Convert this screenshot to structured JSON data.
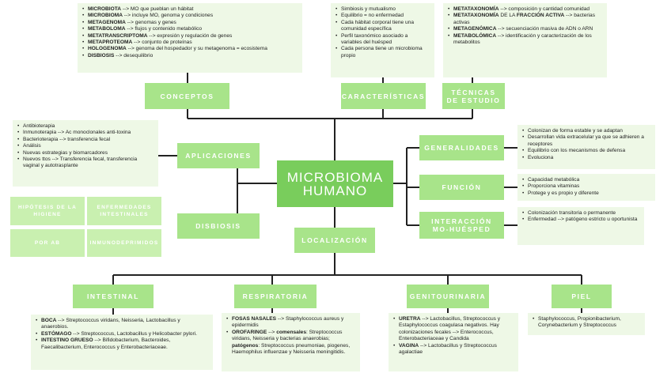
{
  "center": {
    "line1": "MICROBIOMA",
    "line2": "HUMANO"
  },
  "conceptos": {
    "label": "CONCEPTOS",
    "items": [
      {
        "term": "MICROBIOTA",
        "text": " --> MO que pueblan un hábitat"
      },
      {
        "term": "MICROBIOMA",
        "text": " --> incluye MO, genoma y condiciones"
      },
      {
        "term": "METAGENOMA",
        "text": " --> genomas y genes"
      },
      {
        "term": "METABOLOMA",
        "text": " --> flujos y contenido metabólico"
      },
      {
        "term": "METATRANSCRIPTOMA",
        "text": " --> expresión y regulación de genes"
      },
      {
        "term": "METAPROTEOMA",
        "text": " --> conjunto de proteínas"
      },
      {
        "term": "HOLOGENOMA",
        "text": " --> genoma del hospedador y su metagenoma = ecosistema"
      },
      {
        "term": "DISBIOSIS",
        "text": " --> desequilibrio"
      }
    ]
  },
  "caracteristicas": {
    "label": "CARACTERÍSTICAS",
    "items": [
      "Simbiosis y mutualismo",
      "Equilibrio = no enfermedad",
      "Cada hábitat corporal tiene una comunidad específica",
      "Perfil taxonómico asociado a variables del huésped",
      "Cada persona tiene un microbioma propio"
    ]
  },
  "tecnicas": {
    "label_line1": "TÉCNICAS",
    "label_line2": "DE ESTUDIO",
    "items": [
      {
        "term": "METATAXONOMÍA",
        "text": " --> composición y cantidad comunidad"
      },
      {
        "term": "METATAXONOMÍA",
        "mid": " DE LA ",
        "term2": "FRACCIÓN ACTIVA",
        "text": " --> bacterias activas"
      },
      {
        "term": "METAGENÓMICA",
        "text": " --> secuenciación masiva de ADN o ARN"
      },
      {
        "term": "METABOLÓMICA",
        "text": " --> identificación y caracterización de los metabolitos"
      }
    ]
  },
  "aplicaciones": {
    "label": "APLICACIONES",
    "items": [
      "Antibioterapia",
      "Inmunoterapia --> Ac monoclonales anti-toxina",
      "Bacterioterapia --> transferencia fecal",
      "Análisis",
      "Nuevas estrategias y biomarcadores",
      "Nuevos ttos --> Transferencia fecal, transferencia vaginal y autotrasplante"
    ]
  },
  "disbiosis": {
    "label": "DISBIOSIS",
    "causes": [
      "HIPÓTESIS DE LA HIGIENE",
      "ENFERMEDADES INTESTINALES",
      "POR AB",
      "INMUNODEPRIMIDOS"
    ]
  },
  "generalidades": {
    "label": "GENERALIDADES",
    "items": [
      "Colonizan de forma estable y se adaptan",
      "Desarrollan vida extracelular ya que se adhieren a receptores",
      "Equilibrio con los mecanismos de defensa",
      "Evoluciona"
    ]
  },
  "funcion": {
    "label": "FUNCIÓN",
    "items": [
      "Capacidad metabólica",
      "Proporciona vitaminas",
      "Protege y es propio y diferente"
    ]
  },
  "interaccion": {
    "label_line1": "INTERACCIÓN",
    "label_line2": "MO-HUÉSPED",
    "items": [
      "Colonización transitoria o permanente",
      "Enfermedad --> patógeno estricto u oportunista"
    ]
  },
  "localizacion": {
    "label": "LOCALIZACIÓN"
  },
  "intestinal": {
    "label": "INTESTINAL",
    "items": [
      {
        "term": "BOCA",
        "text": " --> Streptococcus viridans, Neisseria, Lactobacillus y anaerobios."
      },
      {
        "term": "ESTÓMAGO",
        "text": " --> Streptococcus, Lactobacillus y Helicobacter pylori."
      },
      {
        "term": "INTESTINO GRUESO",
        "text": " --> Bifidobacterium, Bacteroides, Faecalibacterium, Enterococcus y Enterobacteriaceae."
      }
    ]
  },
  "respiratoria": {
    "label": "RESPIRATORIA",
    "items": [
      {
        "term": "FOSAS NASALES",
        "text": " --> Staphylococcus aureus y epidermidis"
      },
      {
        "term": "OROFARINGE",
        "text": " --> ",
        "term2": "comensales",
        "text2": ": Streptococcus viridans, Neisseria y bacterias anaerobias; ",
        "term3": "patógenos",
        "text3": ": Streptococcus pneumoniae, piogenes, Haemophilus influenzae y Neisseria meningitidis."
      }
    ]
  },
  "genitourinaria": {
    "label": "GENITOURINARIA",
    "items": [
      {
        "term": "URETRA",
        "text": " --> Lactobacillus, Streptococcus y Estaphylococcus coagulasa negativos. Hay colonizaciones fecales --> Enterococcus, Enterobacteriaceae y Candida"
      },
      {
        "term": "VAGINA",
        "text": " --> Lactobacillus y Streptococcus agalactiae"
      }
    ]
  },
  "piel": {
    "label": "PIEL",
    "items": [
      "Staphylococcus, Propionibacterium, Corynebacterium y Streptococcus"
    ]
  }
}
